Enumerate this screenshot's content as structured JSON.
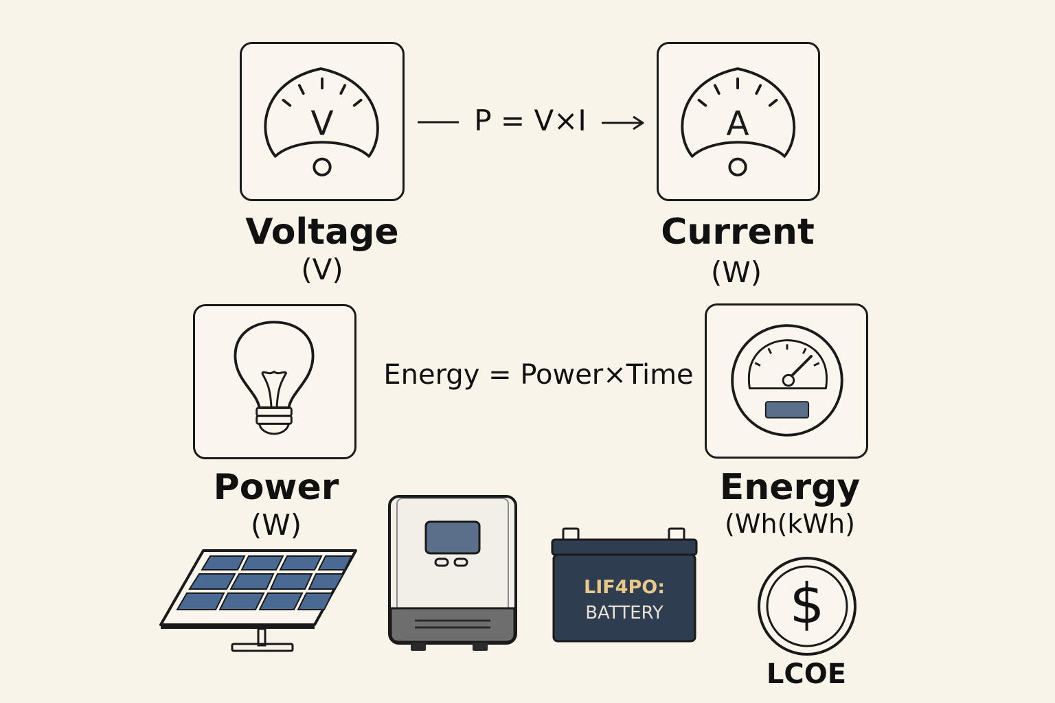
{
  "voltage": {
    "label": "Voltage",
    "unit": "(V)",
    "meter_symbol": "V",
    "icon": "voltmeter-icon"
  },
  "current": {
    "label": "Current",
    "unit": "(W)",
    "meter_symbol": "A",
    "icon": "ammeter-icon"
  },
  "power": {
    "label": "Power",
    "unit": "(W)",
    "icon": "light-bulb-icon"
  },
  "energy": {
    "label": "Energy",
    "unit": "(Wh(kWh)",
    "icon": "energy-meter-icon"
  },
  "formulas": {
    "power": "P = V×I",
    "energy": "Energy = Power×Time"
  },
  "equipment": {
    "solar_panel": {
      "icon": "solar-panel-icon"
    },
    "inverter": {
      "icon": "inverter-icon"
    },
    "battery": {
      "icon": "battery-icon",
      "line1": "LIF4PO:",
      "line2": "BATTERY"
    },
    "lcoe": {
      "icon": "dollar-coin-icon",
      "label": "LCOE",
      "symbol": "$"
    }
  },
  "colors": {
    "background": "#f9f4ea",
    "ink": "#1a1a1a",
    "panel_cell": "#4a6a94",
    "battery_body": "#2f3d50",
    "battery_text": "#e8c98a",
    "screen": "#5b6e8a"
  }
}
